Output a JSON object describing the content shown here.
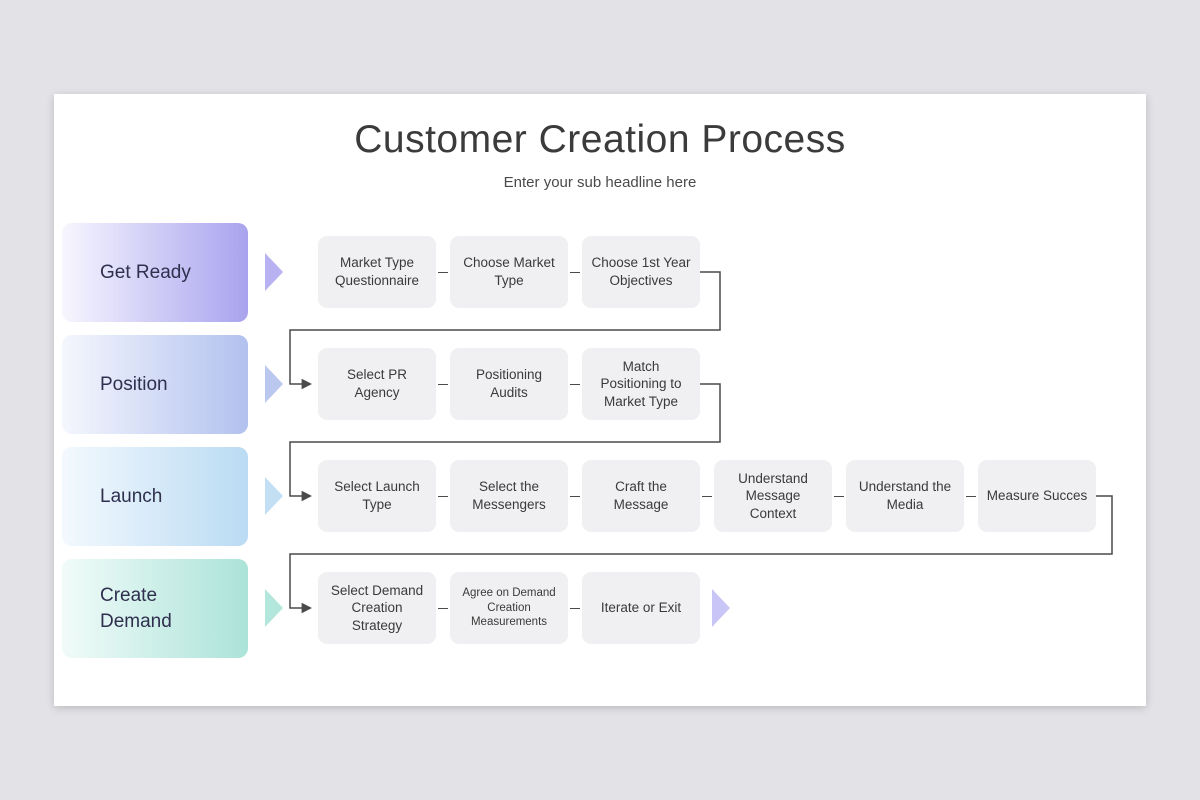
{
  "slide": {
    "title": "Customer Creation Process",
    "subtitle": "Enter your sub headline here"
  },
  "stages": [
    {
      "label": "Get Ready",
      "color": "#a9a3ee"
    },
    {
      "label": "Position",
      "color": "#b2c1ee"
    },
    {
      "label": "Launch",
      "color": "#badbf3"
    },
    {
      "label": "Create Demand",
      "color": "#abe3d8"
    }
  ],
  "process_rows": [
    {
      "steps": [
        "Market Type Questionnaire",
        "Choose Market Type",
        "Choose 1st Year Objectives"
      ]
    },
    {
      "steps": [
        "Select PR Agency",
        "Positioning Audits",
        "Match Positioning to Market Type"
      ]
    },
    {
      "steps": [
        "Select Launch Type",
        "Select the Messengers",
        "Craft the Message",
        "Understand Message Context",
        "Understand the Media",
        "Measure Succes"
      ]
    },
    {
      "steps": [
        "Select Demand Creation Strategy",
        "Agree on Demand Creation Measurements",
        "Iterate or Exit"
      ]
    }
  ],
  "colors": {
    "connector": "#4a4a4a",
    "step_background": "#f0f0f2",
    "end_arrow": "#c9c5f6",
    "slide_background": "#ffffff",
    "page_background": "#e3e3e7"
  }
}
